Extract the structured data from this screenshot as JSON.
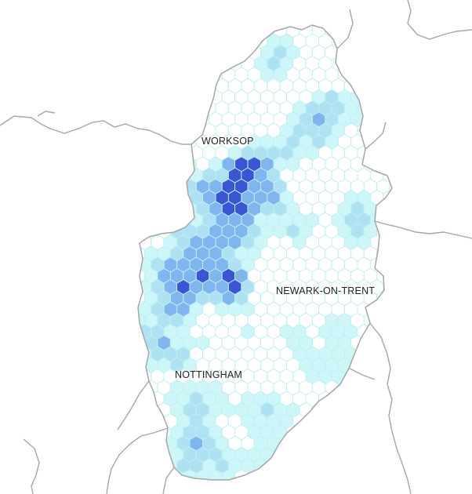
{
  "map": {
    "labels": {
      "worksop": "WORKSOP",
      "newark": "NEWARK-ON-TRENT",
      "nottingham": "NOTTINGHAM"
    },
    "colors": {
      "background": "#ffffff",
      "border": "#a6a6a6",
      "hex_stroke": "#bfeff3",
      "level_0": "#ffffff",
      "level_1": "#cdf6f9",
      "level_2": "#aee2f3",
      "level_3": "#7fb6f0",
      "level_4": "#3c55d8"
    },
    "legend_meaning": "hexbin density, light cyan (low) to dark blue (high)"
  }
}
